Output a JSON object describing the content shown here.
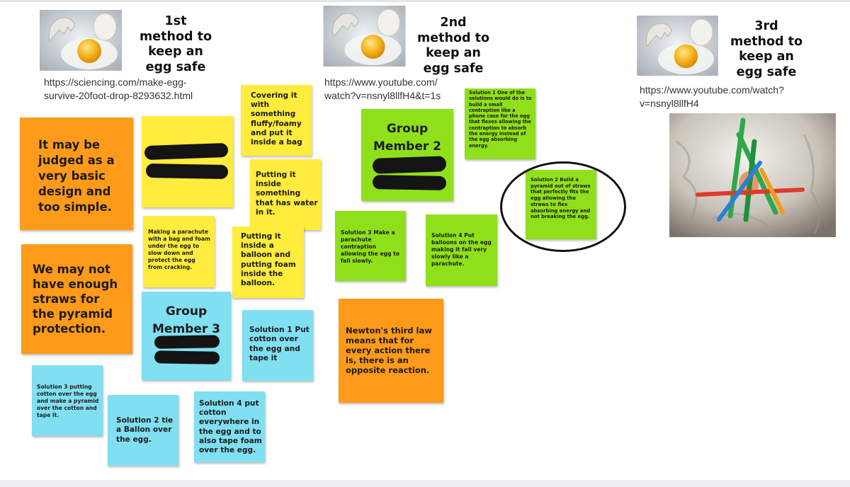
{
  "methods": [
    {
      "heading": "1st\nmethod to\nkeep an\negg safe",
      "url": "https://sciencing.com/make-egg-\nsurvive-20foot-drop-8293632.html"
    },
    {
      "heading": "2nd\nmethod to\nkeep an\negg safe",
      "url": "https://www.youtube.com/\nwatch?v=nsnyl8llfH4&t=1s"
    },
    {
      "heading": "3rd\nmethod to\nkeep an\negg safe",
      "url": "https://www.youtube.com/watch?\nv=nsnyl8llfH4"
    }
  ],
  "notes": {
    "orange_basic": "It may be judged as a very basic design and too simple.",
    "orange_straws": "We may not have enough straws for the pyramid protection.",
    "orange_newton": "Newton's third law means that for every action there is, there is an opposite reaction.",
    "yellow_fluffy": "Covering it with something fluffy/foamy and put it inside a bag",
    "yellow_water": "Putting it inside something that has water in it.",
    "yellow_parachute": "Making a parachute with a bag and foam under the egg to slow down and protect the egg from cracking.",
    "yellow_balloon": "Putting it inside a balloon and putting foam inside the balloon.",
    "green_member": "Group Member 2",
    "green_solution1": "Solution 1 One of the solutions would do is to build a small contraption like a phone case for the egg that flexes allowing the contraption to absorb the energy instead of the egg absorbing energy.",
    "green_solution2": "Solution 2 Build a pyramid out of straws that perfectly fits the egg allowing the straws to flex absorbing energy and not breaking the egg.",
    "green_solution3": "Solution 3 Make a parachute contraption allowing the egg to fall slowly.",
    "green_solution4": "Solution 4 Put balloons on the egg making it fall very slowly like a parachute.",
    "blue_member": "Group Member 3",
    "blue_solution1": "Solution 1 Put cotton over the egg and tape it",
    "blue_solution2": "Solution 2 tie a Ballon over the egg.",
    "blue_solution3": "Solution 3 putting cotton over the egg and make a pyramid over the cotton and tape it.",
    "blue_solution4": "Solution 4 put cotton everywhere in the egg and to also tape foam over the egg."
  },
  "colors": {
    "orange": "#ff9a1a",
    "yellow": "#ffec3d",
    "green": "#8fe01a",
    "blue": "#80dff0"
  },
  "images": {
    "egg_photo": "cracked-egg-photo",
    "straw_pyramid_photo": "straw-pyramid-photo",
    "redaction": "redaction-scribble"
  }
}
